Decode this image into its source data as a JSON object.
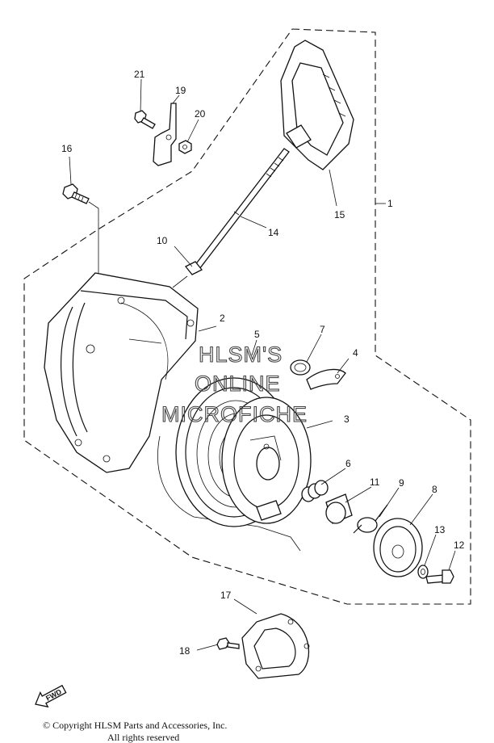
{
  "diagram": {
    "part_labels": [
      "1",
      "2",
      "3",
      "4",
      "5",
      "6",
      "7",
      "8",
      "9",
      "10",
      "11",
      "12",
      "13",
      "14",
      "15",
      "16",
      "17",
      "18",
      "19",
      "20",
      "21"
    ],
    "watermark": [
      "HLSM'S",
      "ONLINE",
      "MICROFICHE"
    ],
    "direction_marker": "FWD",
    "copyright": [
      "© Copyright HLSM Parts and Accessories, Inc.",
      "All rights reserved"
    ]
  }
}
